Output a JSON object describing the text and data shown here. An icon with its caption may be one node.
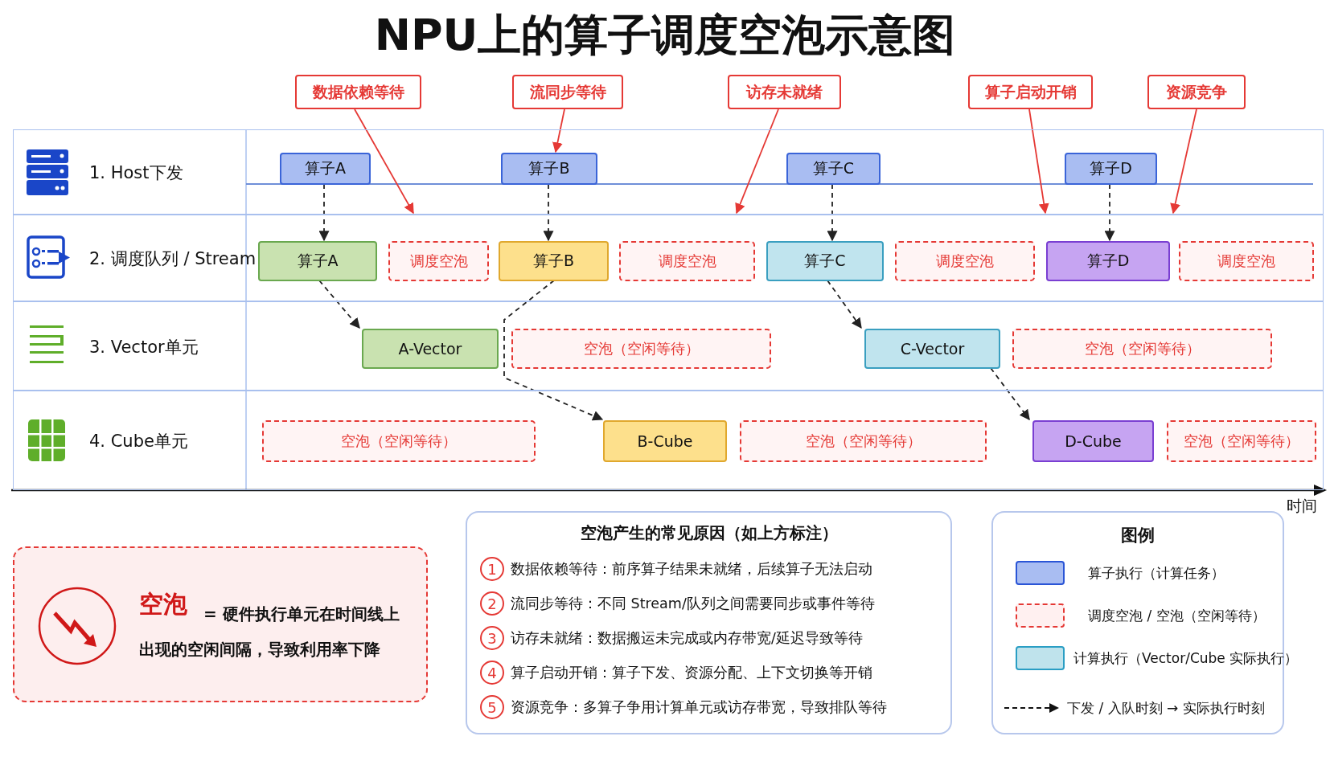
{
  "diagram": {
    "title": "NPU上的算子调度空泡示意图",
    "nodes": [
      {
        "text": [
          "数据依赖等待"
        ]
      },
      {
        "text": [
          "流同步等待"
        ]
      },
      {
        "text": [
          "访存未就绪"
        ]
      },
      {
        "text": [
          "算子启动开销"
        ]
      },
      {
        "text": [
          "资源竞争"
        ]
      },
      {
        "text": [
          "1. Host下发"
        ]
      },
      {
        "text": [
          "算子A"
        ],
        "in": 5
      },
      {
        "text": [
          "算子B"
        ],
        "in": 5
      },
      {
        "text": [
          "算子C"
        ],
        "in": 5
      },
      {
        "text": [
          "算子D"
        ],
        "in": 5
      },
      {
        "text": [
          "2. 调度队列 / Stream"
        ]
      },
      {
        "text": [
          "算子A"
        ],
        "in": 10
      },
      {
        "text": [
          "调度空泡"
        ],
        "in": 10
      },
      {
        "text": [
          "算子B"
        ],
        "in": 10
      },
      {
        "text": [
          "调度空泡"
        ],
        "in": 10
      },
      {
        "text": [
          "算子C"
        ],
        "in": 10
      },
      {
        "text": [
          "调度空泡"
        ],
        "in": 10
      },
      {
        "text": [
          "算子D"
        ],
        "in": 10
      },
      {
        "text": [
          "调度空泡"
        ],
        "in": 10
      },
      {
        "text": [
          "3. Vector单元"
        ]
      },
      {
        "text": [
          "A-Vector"
        ],
        "in": 19
      },
      {
        "text": [
          "空泡（空闲等待）"
        ],
        "in": 19
      },
      {
        "text": [
          "C-Vector"
        ],
        "in": 19
      },
      {
        "text": [
          "空泡（空闲等待）"
        ],
        "in": 19
      },
      {
        "text": [
          "4. Cube单元"
        ]
      },
      {
        "text": [
          "空泡（空闲等待）"
        ],
        "in": 24
      },
      {
        "text": [
          "B-Cube"
        ],
        "in": 24
      },
      {
        "text": [
          "空泡（空闲等待）"
        ],
        "in": 24
      },
      {
        "text": [
          "D-Cube"
        ],
        "in": 24
      },
      {
        "text": [
          "空泡（空闲等待）"
        ],
        "in": 24
      },
      {
        "text": [
          "空泡",
          "= 硬件执行单元在时间线上出现的空闲间隔，导致利用率下降"
        ]
      },
      {
        "text": [
          "空泡产生的常见原因（如上方标注）",
          "1",
          "数据依赖等待：前序算子结果未就绪，后续算子无法启动",
          "2",
          "流同步等待：不同 Stream/队列之间需要同步或事件等待",
          "3",
          "访存未就绪：数据搬运未完成或内存带宽/延迟导致等待",
          "4",
          "算子启动开销：算子下发、资源分配、上下文切换等开销",
          "5",
          "资源竞争：多算子争用计算单元或访存带宽，导致排队等待"
        ]
      },
      {
        "text": [
          "图例"
        ]
      }
    ],
    "edges": [
      {
        "from": 0,
        "to": 5,
        "arrow": "to",
        "color": "#e53935"
      },
      {
        "from": 1,
        "to": 7,
        "arrow": "to",
        "color": "#e53935"
      },
      {
        "from": 2,
        "to": 5,
        "arrow": "to",
        "color": "#e53935"
      },
      {
        "from": 3,
        "to": 5,
        "arrow": "to",
        "color": "#e53935"
      },
      {
        "from": 4,
        "to": 5,
        "arrow": "to",
        "color": "#e53935"
      },
      {
        "from": 6,
        "to": 11,
        "arrow": "to",
        "style": "dashed"
      },
      {
        "from": 7,
        "to": 13,
        "arrow": "to",
        "style": "dashed"
      },
      {
        "from": 8,
        "to": 15,
        "arrow": "to",
        "style": "dashed"
      },
      {
        "from": 9,
        "to": 17,
        "arrow": "to",
        "style": "dashed"
      },
      {
        "from": 11,
        "to": 20,
        "arrow": "to",
        "style": "dashed"
      },
      {
        "from": 13,
        "to": 26,
        "arrow": "to",
        "style": "dashed"
      },
      {
        "from": 15,
        "to": 22,
        "arrow": "to",
        "style": "dashed"
      },
      {
        "from": 22,
        "to": 28,
        "arrow": "to",
        "style": "dashed"
      }
    ],
    "labels": [
      "时间"
    ],
    "legend": [
      {
        "text": "算子执行（计算任务）",
        "color": "#a9bdf2"
      },
      {
        "text": "调度空泡 / 空泡（空闲等待）",
        "color": "#fff0f0"
      },
      {
        "text": "计算执行（Vector/Cube 实际执行）",
        "color": "#bfe3ec"
      },
      {
        "text": "下发 / 入队时刻 → 实际执行时刻"
      }
    ]
  }
}
